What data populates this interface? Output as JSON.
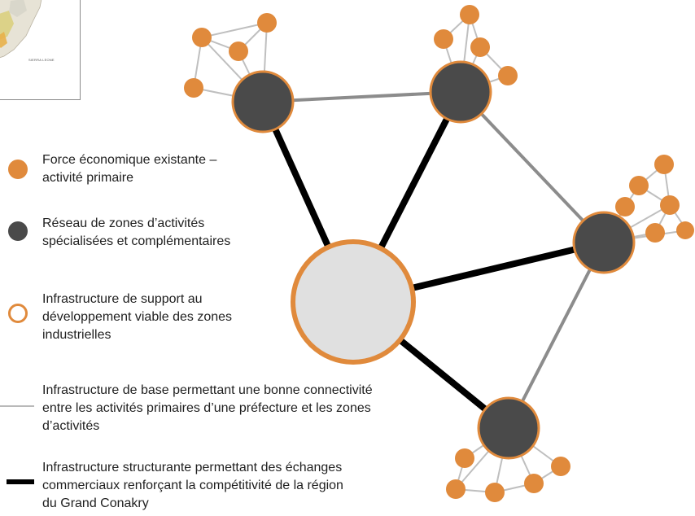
{
  "colors": {
    "primary_activity": "#e08a3c",
    "zone_fill": "#4a4a4a",
    "hub_fill": "#e0e0e0",
    "ring": "#e08a3c",
    "thick_link": "#000000",
    "gray_link": "#8c8c8c",
    "thin_link": "#bfbfbf"
  },
  "map_inset": {
    "caption": "SIERRA LEONE"
  },
  "legend": {
    "primary_activity": "Force économique existante –\nactivité primaire",
    "zones_network": "Réseau de zones d’activités\nspécialisées et complémentaires",
    "support_infrastructure": "Infrastructure de support au\ndéveloppement viable des zones\nindustrielles",
    "base_infrastructure": "Infrastructure de base permettant une bonne connectivité\nentre les activités primaires d’une préfecture et les zones\nd’activités",
    "structuring_infrastructure": "Infrastructure structurante permettant des échanges\ncommerciaux renforçant la compétitivité de la région\ndu Grand Conakry"
  }
}
